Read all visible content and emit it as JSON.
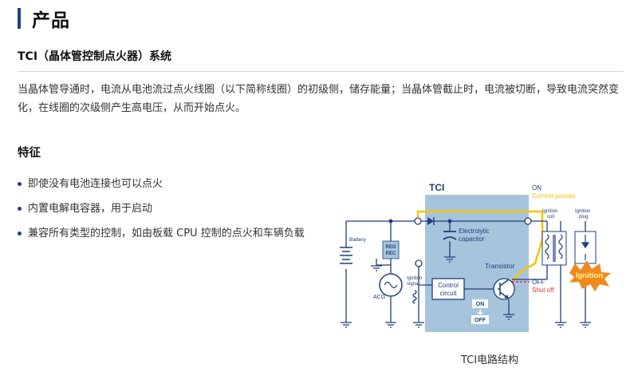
{
  "header": {
    "title": "产品"
  },
  "section": {
    "title": "TCI（晶体管控制点火器）系统",
    "description": "当晶体管导通时，电流从电池流过点火线圈（以下简称线圈）的初级侧，储存能量；当晶体管截止时，电流被切断，导致电流突然变化，在线圈的次级侧产生高电压，从而开始点火。"
  },
  "features": {
    "heading": "特征",
    "items": [
      "即使没有电池连接也可以点火",
      "内置电解电容器，用于启动",
      "兼容所有类型的控制，如由板载 CPU 控制的点火和车辆负载"
    ]
  },
  "diagram": {
    "caption": "TCI电路结构",
    "labels": {
      "tci": "TCI",
      "on": "ON",
      "current_passes": "Current passes",
      "ignition_coil_line1": "Ignition",
      "ignition_coil_line2": "coil",
      "ignition_plug_line1": "Ignition",
      "ignition_plug_line2": "plug",
      "electrolytic_line1": "Electrolytic",
      "electrolytic_line2": "capacitor",
      "battery": "Battery",
      "reg_line1": "REG",
      "reg_line2": "REC",
      "transistor": "Transistor",
      "ignition_signal_line1": "Ignition",
      "ignition_signal_line2": "signal",
      "control_line1": "Control",
      "control_line2": "circuit",
      "off": "OFF",
      "shut_off": "Shut off",
      "ignition_burst": "Ignition",
      "acg": "ACG",
      "switch_on": "ON",
      "switch_off": "OFF"
    },
    "colors": {
      "box_fill": "#a7c4dd",
      "wire": "#1e3f7a",
      "current_highlight": "#f5c400",
      "off_text": "#e0332d",
      "burst": "#f08a1e"
    }
  }
}
